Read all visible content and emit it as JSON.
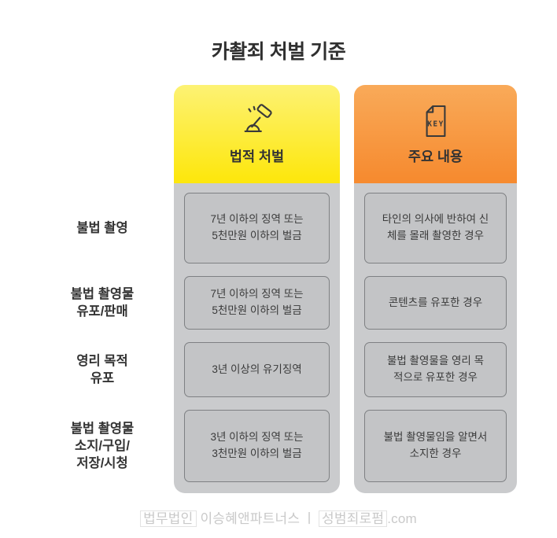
{
  "title": "카촬죄 처벌 기준",
  "columns": [
    {
      "header": "법적 처벌",
      "icon": "gavel-icon"
    },
    {
      "header": "주요 내용",
      "icon": "document-key-icon",
      "icon_text": "KEY"
    }
  ],
  "rows": [
    {
      "label": "불법 촬영",
      "legal": "7년 이하의 징역 또는\n5천만원 이하의 벌금",
      "key": "타인의 의사에 반하여 신\n체를 몰래 촬영한 경우"
    },
    {
      "label": "불법 촬영물\n유포/판매",
      "legal": "7년 이하의 징역 또는\n5천만원 이하의 벌금",
      "key": "콘텐츠를 유포한 경우"
    },
    {
      "label": "영리 목적\n유포",
      "legal": "3년 이상의 유기징역",
      "key": "불법 촬영물을 영리 목\n적으로 유포한 경우"
    },
    {
      "label": "불법 촬영물\n소지/구입/\n저장/시청",
      "legal": "3년 이하의 징역 또는\n3천만원 이하의 벌금",
      "key": "불법 촬영물임을 알면서\n소지한 경우"
    }
  ],
  "footer": {
    "firm_label": "법무법인",
    "firm_name": "이승혜앤파트너스",
    "separator": "ㅣ",
    "site_name": "성범죄로펌",
    "site_suffix": ".com"
  },
  "colors": {
    "yellow_top": "#fdf274",
    "yellow_bottom": "#fde70f",
    "orange_top": "#f9aa59",
    "orange_bottom": "#f68b30",
    "panel_gray": "#cacbcd",
    "cell_gray": "#c3c4c6",
    "cell_border": "#7e8083",
    "footer_gray": "#c9c9c9"
  }
}
